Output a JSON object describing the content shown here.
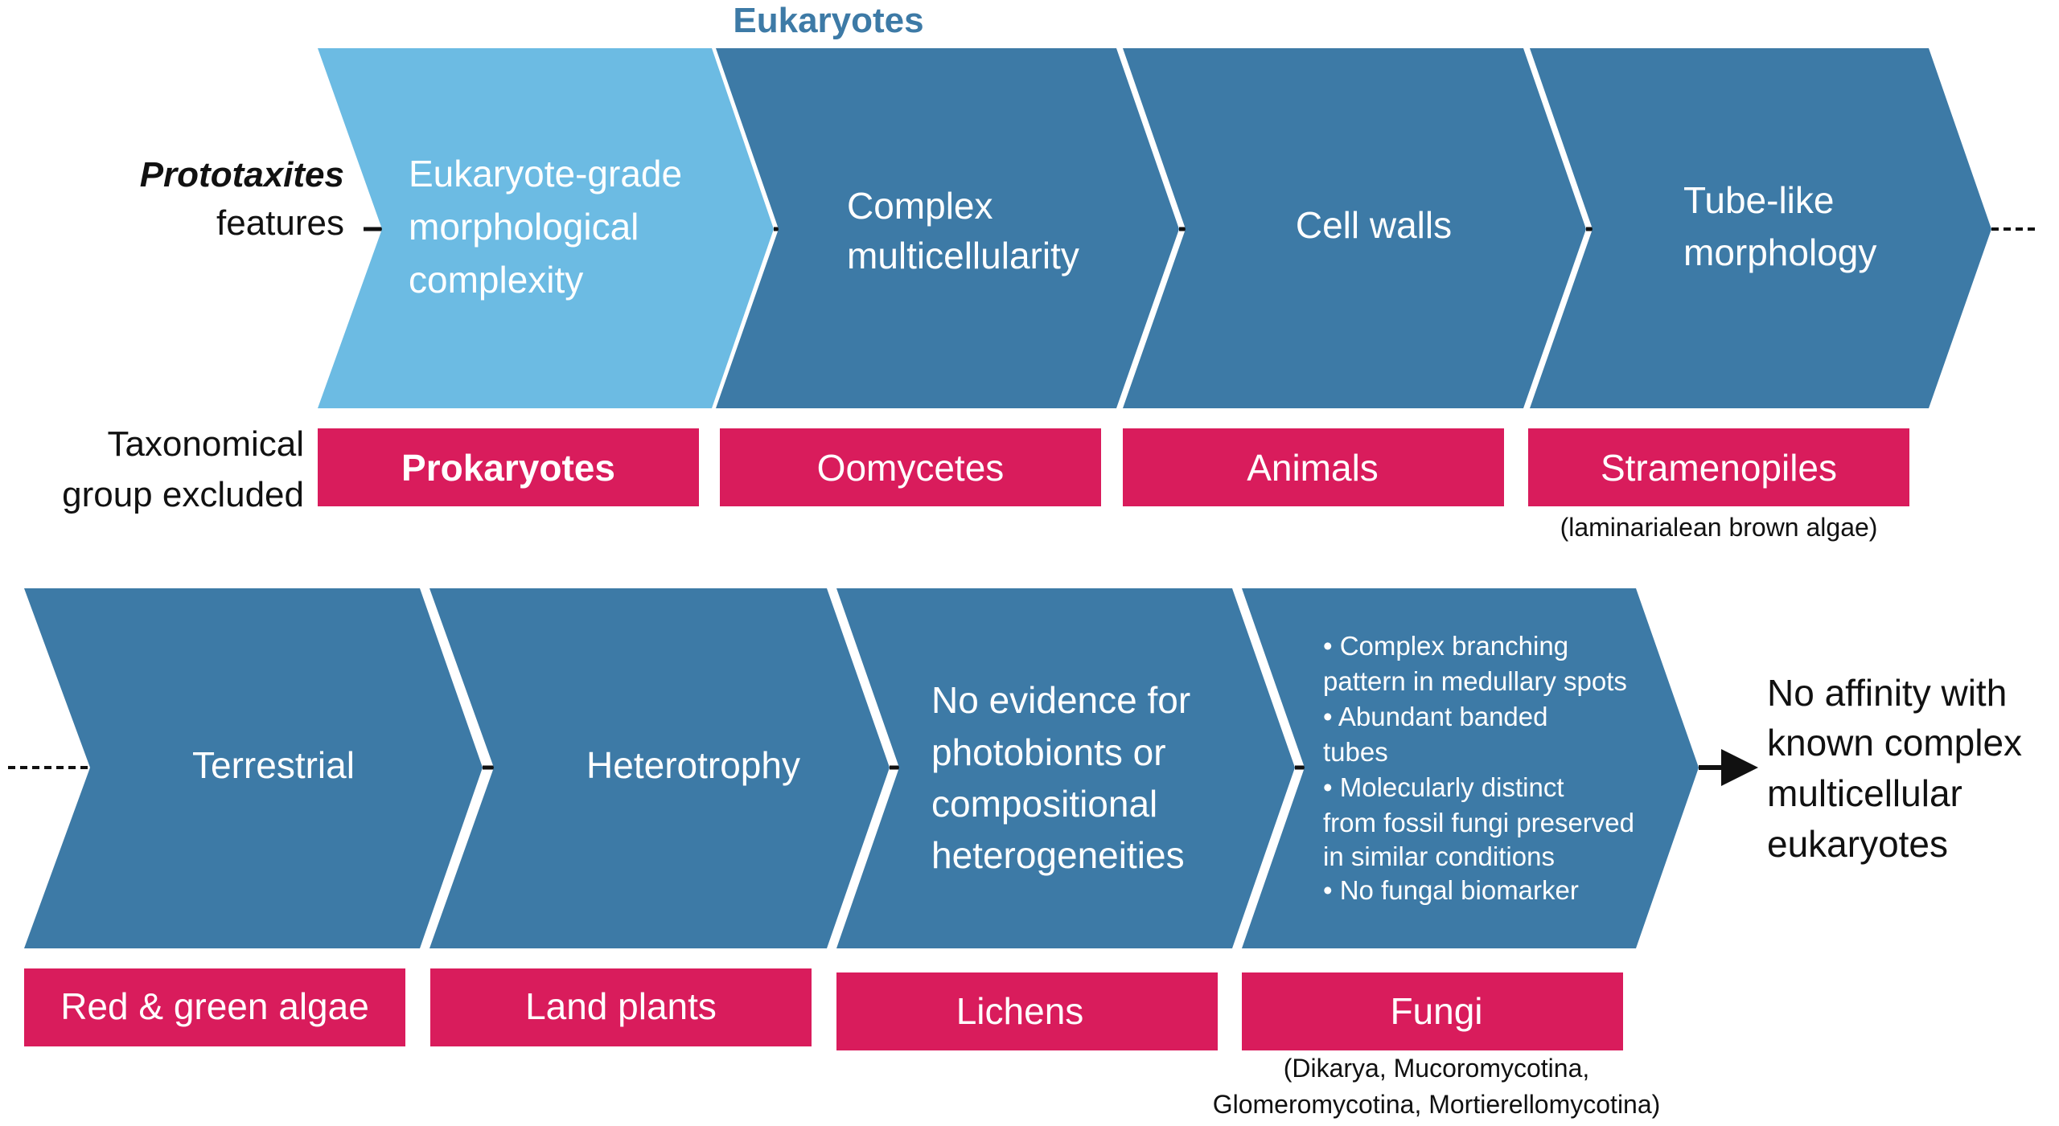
{
  "header": {
    "title": "Eukaryotes"
  },
  "row_labels": {
    "features": [
      "Prototaxites",
      "features"
    ],
    "excluded": [
      "Taxonomical",
      "group excluded"
    ]
  },
  "colors": {
    "chevron_light": "#6cbbe3",
    "chevron_dark": "#3d7aa6",
    "box": "#d91c5c",
    "title": "#3d7aa6",
    "text": "#111111"
  },
  "top_row": {
    "chevrons": [
      {
        "lines": [
          "Eukaryote-grade",
          "morphological",
          "complexity"
        ]
      },
      {
        "lines": [
          "Complex",
          "multicellularity"
        ]
      },
      {
        "lines": [
          "Cell walls"
        ]
      },
      {
        "lines": [
          "Tube-like",
          "morphology"
        ]
      }
    ],
    "excluded": [
      {
        "label": "Prokaryotes",
        "note": []
      },
      {
        "label": "Oomycetes",
        "note": []
      },
      {
        "label": "Animals",
        "note": []
      },
      {
        "label": "Stramenopiles",
        "note": [
          "(laminarialean brown algae)"
        ]
      }
    ]
  },
  "bottom_row": {
    "chevrons": [
      {
        "lines": [
          "Terrestrial"
        ]
      },
      {
        "lines": [
          "Heterotrophy"
        ]
      },
      {
        "lines": [
          "No evidence for",
          "photobionts or",
          "compositional",
          "heterogeneities"
        ]
      },
      {
        "lines": [
          "•  Complex branching",
          "pattern in medullary spots",
          "•  Abundant banded",
          "tubes",
          "•  Molecularly distinct",
          "from fossil fungi preserved",
          "in similar conditions",
          "• No fungal biomarker"
        ]
      }
    ],
    "excluded": [
      {
        "label": "Red & green algae",
        "note": []
      },
      {
        "label": "Land plants",
        "note": []
      },
      {
        "label": "Lichens",
        "note": []
      },
      {
        "label": "Fungi",
        "note": [
          "(Dikarya, Mucoromycotina,",
          "Glomeromycotina, Mortierellomycotina)"
        ]
      }
    ]
  },
  "conclusion": [
    "No affinity with",
    "known complex",
    "multicellular",
    "eukaryotes"
  ]
}
